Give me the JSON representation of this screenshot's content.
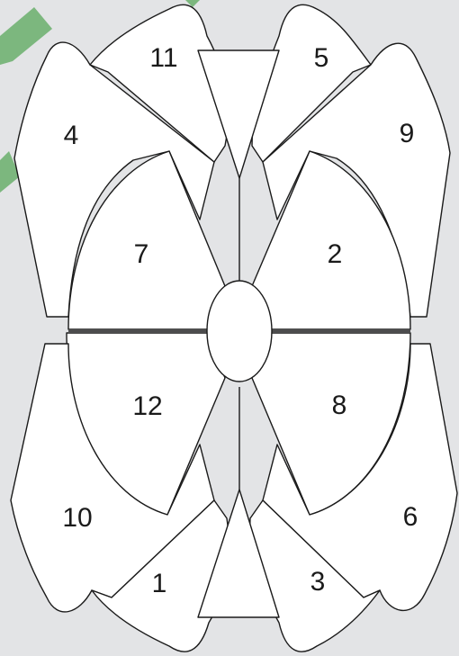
{
  "diagram": {
    "piece_labels": {
      "p1": "1",
      "p2": "2",
      "p3": "3",
      "p4": "4",
      "p5": "5",
      "p6": "6",
      "p7": "7",
      "p8": "8",
      "p9": "9",
      "p10": "10",
      "p11": "11",
      "p12": "12"
    },
    "colors": {
      "background": "#e3e4e6",
      "piece_fill": "#ffffff",
      "outline": "#1a1a1a",
      "stripe": "#7cb77e"
    }
  }
}
